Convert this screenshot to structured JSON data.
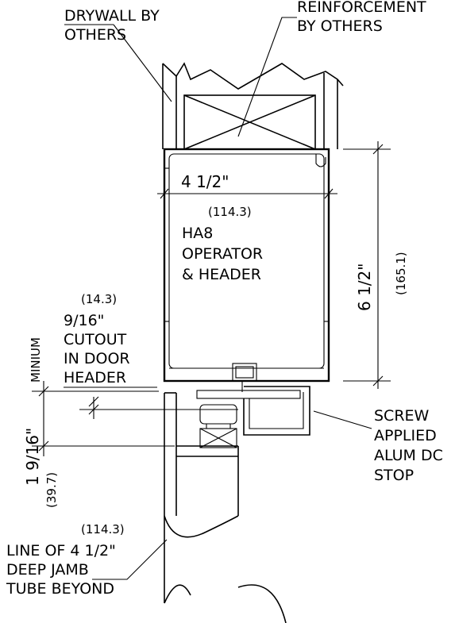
{
  "notes": {
    "drywall": [
      "DRYWALL BY",
      "OTHERS"
    ],
    "reinforcement": [
      "REINFORCEMENT",
      "BY OTHERS"
    ],
    "operator": [
      "HA8",
      "OPERATOR",
      "& HEADER"
    ],
    "cutout": [
      "9/16\"",
      "CUTOUT",
      "IN DOOR",
      "HEADER"
    ],
    "stop": [
      "SCREW",
      "APPLIED",
      "ALUM DC",
      "STOP"
    ],
    "jamb": [
      "LINE OF 4 1/2\"",
      "DEEP JAMB",
      "TUBE BEYOND"
    ]
  },
  "dimensions": {
    "width": "4 1/2\"",
    "width_mm": "(114.3)",
    "height": "6 1/2\"",
    "height_mm": "(165.1)",
    "cutout_mm": "(14.3)",
    "minimum_label": "MINIUM",
    "minimum": "1 9/16\"",
    "minimum_mm": "(39.7)",
    "jamb_mm": "(114.3)"
  }
}
